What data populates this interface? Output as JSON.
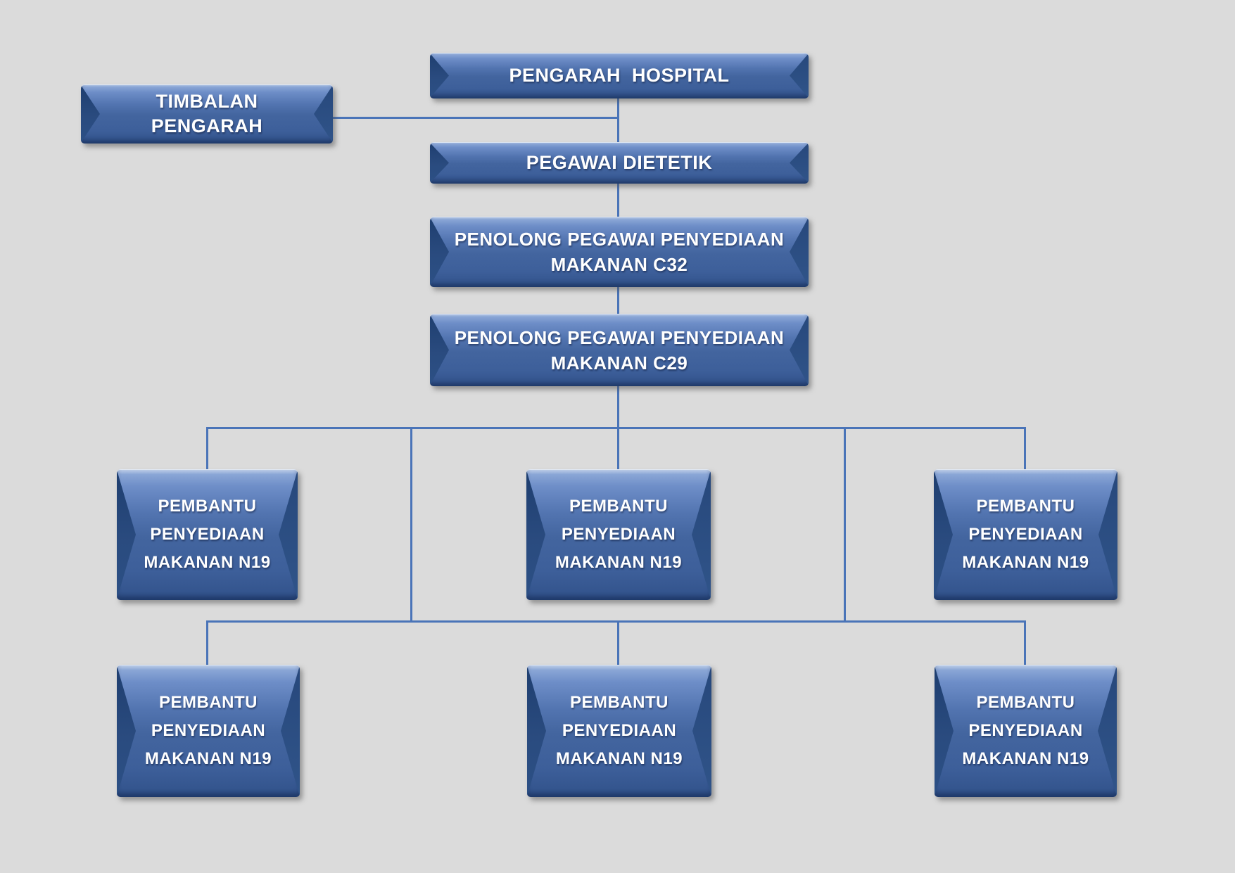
{
  "chart_title": "",
  "colors": {
    "background": "#dbdbdb",
    "connector": "#4a74b8",
    "node_fill_top": "#7f9dd1",
    "node_fill_bottom": "#35568f",
    "node_bevel_dark": "#1e3e6f",
    "node_text": "#ffffff"
  },
  "nodes": {
    "pengarah_hospital": {
      "lines": [
        "PENGARAH  HOSPITAL"
      ]
    },
    "timbalan_pengarah": {
      "lines": [
        "TIMBALAN PENGARAH"
      ]
    },
    "pegawai_dietetik": {
      "lines": [
        "PEGAWAI DIETETIK"
      ]
    },
    "penolong_c32": {
      "lines": [
        "PENOLONG PEGAWAI PENYEDIAAN",
        "MAKANAN C32"
      ]
    },
    "penolong_c29": {
      "lines": [
        "PENOLONG PEGAWAI PENYEDIAAN",
        "MAKANAN C29"
      ]
    },
    "pembantu_r1_left": {
      "lines": [
        "PEMBANTU",
        "PENYEDIAAN",
        "MAKANAN N19"
      ]
    },
    "pembantu_r1_center": {
      "lines": [
        "PEMBANTU",
        "PENYEDIAAN",
        "MAKANAN N19"
      ]
    },
    "pembantu_r1_right": {
      "lines": [
        "PEMBANTU",
        "PENYEDIAAN",
        "MAKANAN N19"
      ]
    },
    "pembantu_r2_left": {
      "lines": [
        "PEMBANTU",
        "PENYEDIAAN",
        "MAKANAN N19"
      ]
    },
    "pembantu_r2_center": {
      "lines": [
        "PEMBANTU",
        "PENYEDIAAN",
        "MAKANAN N19"
      ]
    },
    "pembantu_r2_right": {
      "lines": [
        "PEMBANTU",
        "PENYEDIAAN",
        "MAKANAN N19"
      ]
    }
  },
  "edges": [
    {
      "from": "pengarah_hospital",
      "to": "timbalan_pengarah",
      "type": "assistant"
    },
    {
      "from": "pengarah_hospital",
      "to": "pegawai_dietetik",
      "type": "reports"
    },
    {
      "from": "pegawai_dietetik",
      "to": "penolong_c32",
      "type": "reports"
    },
    {
      "from": "penolong_c32",
      "to": "penolong_c29",
      "type": "reports"
    },
    {
      "from": "penolong_c29",
      "to": "pembantu_r1_left",
      "type": "reports"
    },
    {
      "from": "penolong_c29",
      "to": "pembantu_r1_center",
      "type": "reports"
    },
    {
      "from": "penolong_c29",
      "to": "pembantu_r1_right",
      "type": "reports"
    },
    {
      "from": "penolong_c29",
      "to": "pembantu_r2_left",
      "type": "reports"
    },
    {
      "from": "penolong_c29",
      "to": "pembantu_r2_center",
      "type": "reports"
    },
    {
      "from": "penolong_c29",
      "to": "pembantu_r2_right",
      "type": "reports"
    }
  ]
}
